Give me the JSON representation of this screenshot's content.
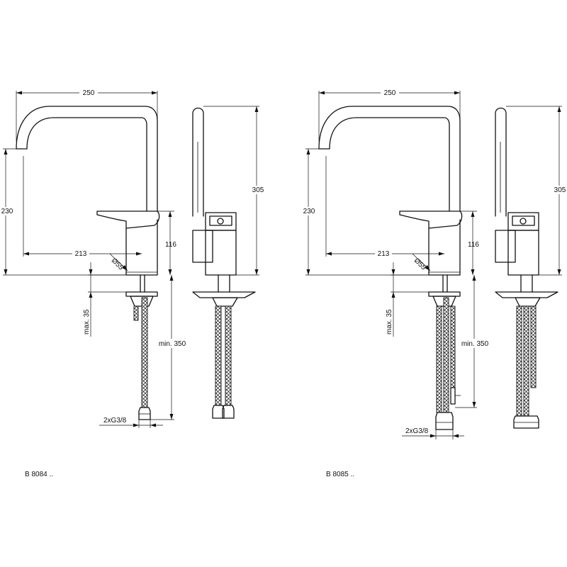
{
  "drawings": [
    {
      "model_label": "B 8084 ..",
      "dimensions": {
        "width": "250",
        "height_side": "305",
        "spout_height": "230",
        "reach": "213",
        "body_height": "116",
        "body_diameter": "Ø55",
        "deck_thickness": "max. 35",
        "hose_length": "min. 350",
        "connection": "2xG3/8"
      }
    },
    {
      "model_label": "B 8085 ..",
      "dimensions": {
        "width": "250",
        "height_side": "305",
        "spout_height": "230",
        "reach": "213",
        "body_height": "116",
        "body_diameter": "Ø55",
        "deck_thickness": "max. 35",
        "hose_length": "min. 350",
        "connection": "2xG3/8"
      }
    }
  ]
}
